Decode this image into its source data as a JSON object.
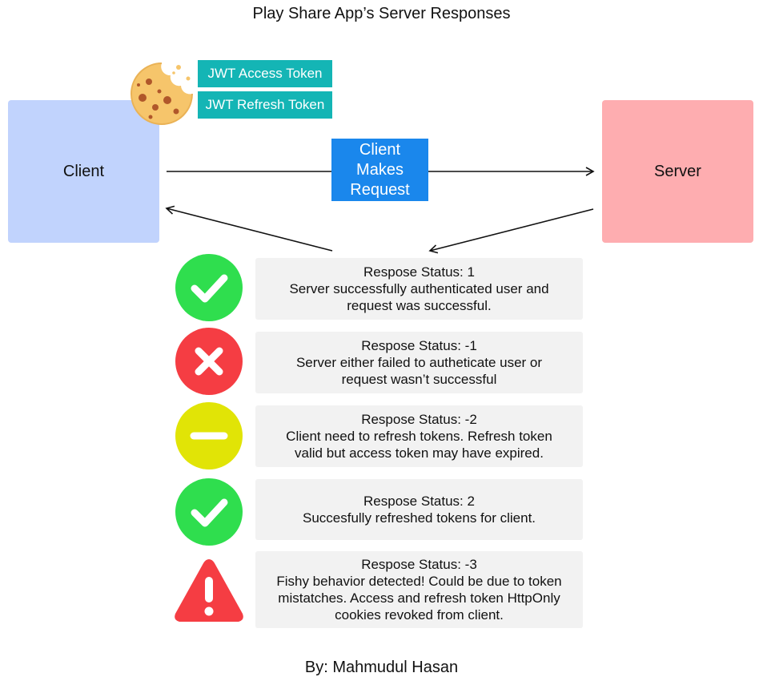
{
  "title": "Play Share App’s Server Responses",
  "client": {
    "label": "Client",
    "color": "#c1d3fd"
  },
  "server": {
    "label": "Server",
    "color": "#feadb0"
  },
  "tokens": {
    "access": "JWT Access Token",
    "refresh": "JWT Refresh Token",
    "color": "#14b5b5",
    "icon": "cookie-icon"
  },
  "request": {
    "lines": [
      "Client",
      "Makes",
      "Request"
    ],
    "color": "#1a87ec"
  },
  "responses": [
    {
      "status": "Respose Status: 1",
      "lines": [
        "Server successfully authenticated user and",
        "request was successful."
      ],
      "icon": "check-icon",
      "color": "#2fde4e"
    },
    {
      "status": "Respose Status: -1",
      "lines": [
        "Server either failed to autheticate user or",
        "request wasn’t successful"
      ],
      "icon": "x-icon",
      "color": "#f53d43"
    },
    {
      "status": "Respose Status: -2",
      "lines": [
        "Client need to refresh tokens. Refresh token",
        "valid but access token may have expired."
      ],
      "icon": "minus-icon",
      "color": "#e1e406"
    },
    {
      "status": "Respose Status: 2",
      "lines": [
        "Succesfully refreshed tokens for client."
      ],
      "icon": "check-icon",
      "color": "#2fde4e"
    },
    {
      "status": "Respose Status: -3",
      "lines": [
        "Fishy behavior detected! Could be due to token",
        "mistatches. Access and refresh token HttpOnly",
        "cookies revoked from client."
      ],
      "icon": "warning-icon",
      "color": "#f53d43"
    }
  ],
  "byline": "By: Mahmudul Hasan"
}
